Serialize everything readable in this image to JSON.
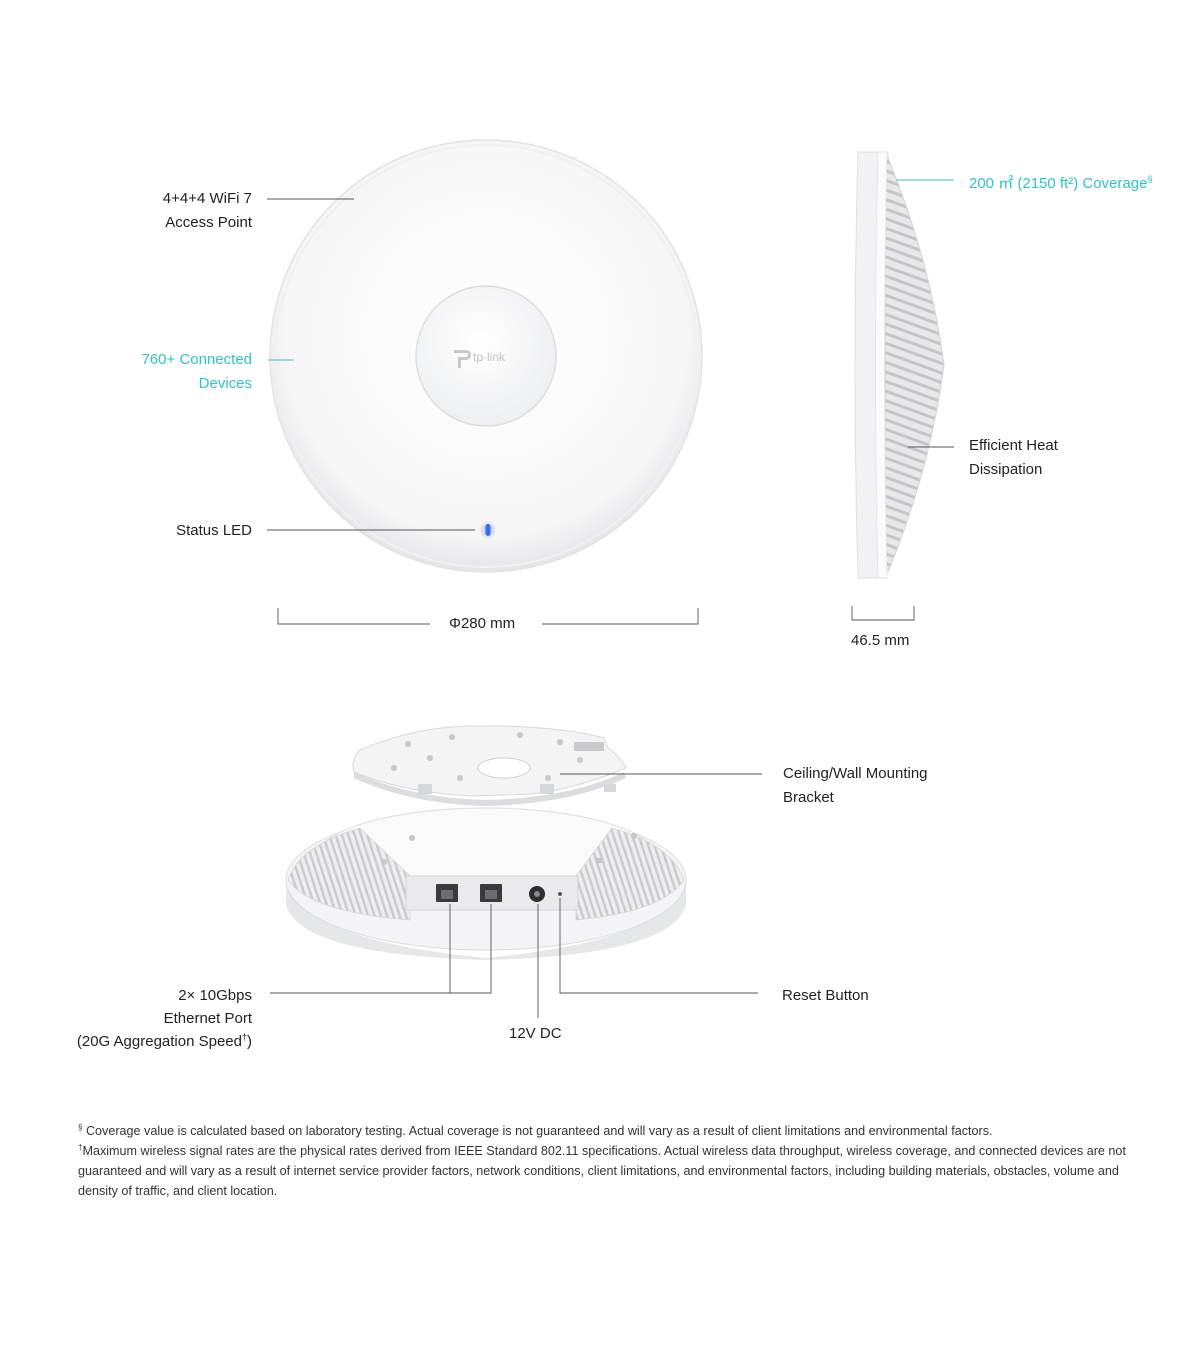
{
  "brand": "tp-link",
  "top_view": {
    "label_wifi_line1": "4+4+4 WiFi 7",
    "label_wifi_line2": "Access Point",
    "label_devices_line1": "760+ Connected",
    "label_devices_line2": "Devices",
    "label_led": "Status LED",
    "diameter": "Φ280 mm"
  },
  "side_view": {
    "coverage": "200 ㎡ (2150 ft²) Coverage",
    "coverage_mark": "§",
    "heat_line1": "Efficient Heat",
    "heat_line2": "Dissipation",
    "thickness": "46.5 mm"
  },
  "bottom_view": {
    "bracket_line1": "Ceiling/Wall Mounting",
    "bracket_line2": "Bracket",
    "ethernet_line1": "2× 10Gbps",
    "ethernet_line2": "Ethernet Port",
    "ethernet_line3": "(20G Aggregation Speed",
    "ethernet_mark": "†",
    "ethernet_close": ")",
    "dc": "12V DC",
    "reset": "Reset Button"
  },
  "footnotes": {
    "coverage_mark": "§",
    "coverage_text": " Coverage value is calculated based on laboratory testing. Actual coverage is not guaranteed and will vary as a result of client limitations and environmental factors.",
    "rates_mark": "†",
    "rates_text": "Maximum wireless signal rates are the physical rates derived from IEEE Standard 802.11 specifications. Actual wireless data throughput, wireless coverage, and connected devices are not guaranteed and will vary as a result of internet service provider factors, network conditions, client limitations, and environmental factors, including building materials, obstacles, volume and density of traffic, and client location."
  },
  "colors": {
    "accent_teal": "#2ec4c9",
    "led_blue": "#3a6cf0",
    "leader_line": "#555555"
  }
}
